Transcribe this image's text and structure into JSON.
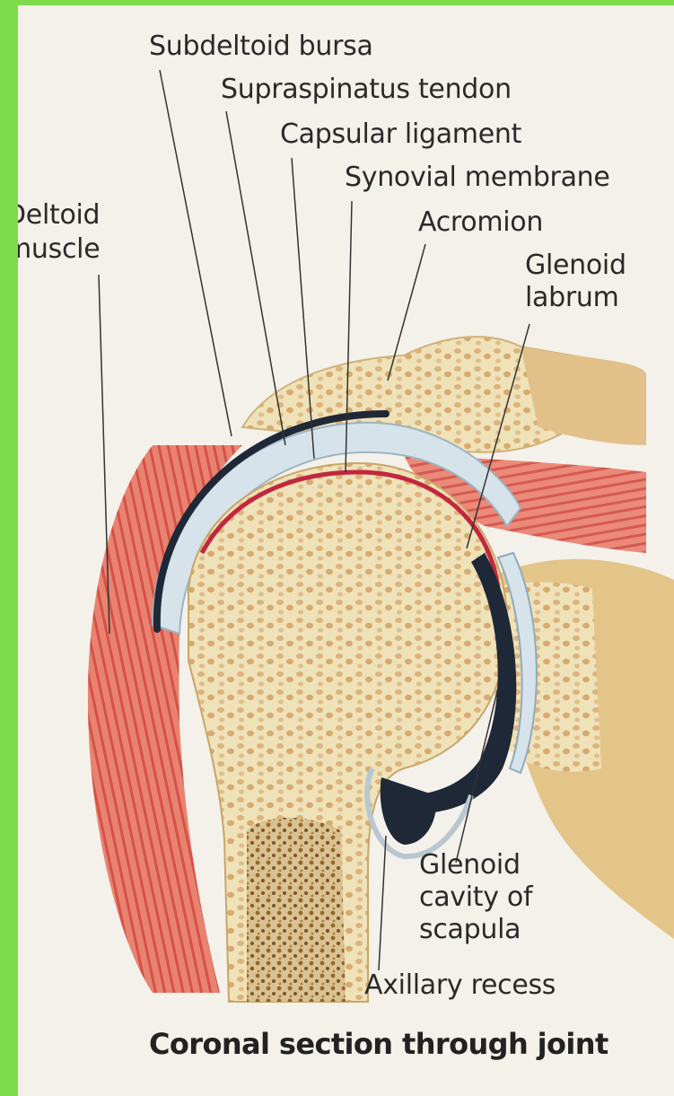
{
  "labels": {
    "subdeltoid_bursa": "Subdeltoid bursa",
    "supraspinatus_tendon": "Supraspinatus tendon",
    "capsular_ligament": "Capsular ligament",
    "synovial_membrane": "Synovial membrane",
    "acromion": "Acromion",
    "glenoid_labrum_line1": "Glenoid",
    "glenoid_labrum_line2": "labrum",
    "deltoid_line1": "Deltoid",
    "deltoid_line2": "muscle",
    "glenoid_cavity_line1": "Glenoid",
    "glenoid_cavity_line2": "cavity of",
    "glenoid_cavity_line3": "scapula",
    "axillary_recess": "Axillary recess"
  },
  "caption": "Coronal section through joint",
  "colors": {
    "frame_green": "#7ddc4a",
    "page_bg": "#f4f1ea",
    "bone": "#efe2b8",
    "bone_pores": "#d9b07a",
    "muscle": "#e06a5f",
    "capsule_blue": "#c9dbe6",
    "synovial_red": "#c2273f",
    "joint_space": "#222b3a",
    "label_text": "#2a2a2a"
  }
}
